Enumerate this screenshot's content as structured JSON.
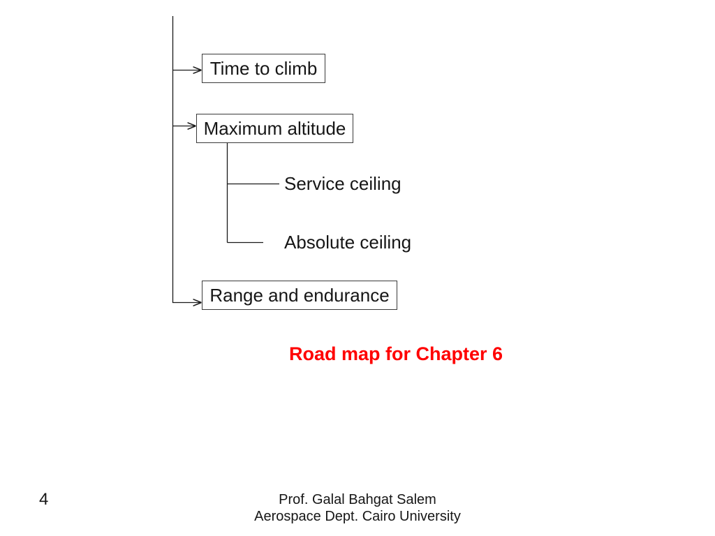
{
  "slide": {
    "page_number": "4",
    "caption": "Road map for Chapter 6",
    "caption_color": "#ff0000",
    "footer": {
      "line1": "Prof. Galal Bahgat Salem",
      "line2": "Aerospace Dept. Cairo University"
    }
  },
  "diagram": {
    "line_color": "#1a1a1a",
    "boxes": [
      {
        "label": "Time to climb"
      },
      {
        "label": "Maximum altitude"
      },
      {
        "label": "Range and endurance"
      }
    ],
    "leaves": [
      {
        "label": "Service ceiling"
      },
      {
        "label": "Absolute ceiling"
      }
    ]
  }
}
